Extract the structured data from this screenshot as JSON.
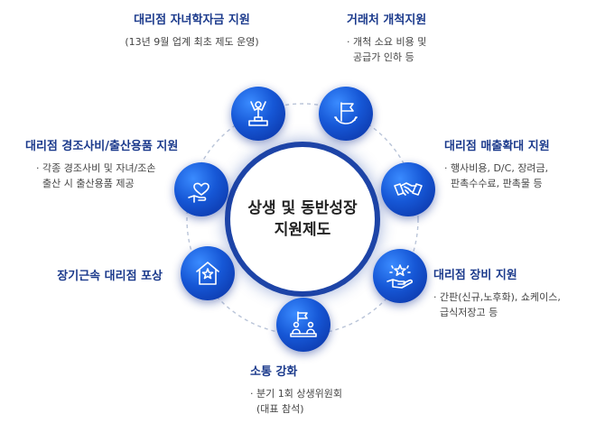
{
  "center": {
    "line1": "상생 및 동반성장",
    "line2": "지원제도"
  },
  "items": [
    {
      "title": "대리점 자녀학자금 지원",
      "desc": [
        "(13년 9월 업계 최초 제도 운영)"
      ],
      "icon": "award-winner-icon"
    },
    {
      "title": "거래처 개척지원",
      "desc": [
        "· 개척 소요 비용 및",
        "  공급가 인하 등"
      ],
      "icon": "flag-laurel-icon"
    },
    {
      "title": "대리점 매출확대 지원",
      "desc": [
        "· 행사비용, D/C, 장려금,",
        "  판촉수수료, 판촉물 등"
      ],
      "icon": "handshake-icon"
    },
    {
      "title": "대리점 장비 지원",
      "desc": [
        "· 간판(신규,노후화), 쇼케이스,",
        "  급식저장고 등"
      ],
      "icon": "hand-stars-icon"
    },
    {
      "title": "소통 강화",
      "desc": [
        "· 분기 1회 상생위원회",
        "  (대표 참석)"
      ],
      "icon": "meeting-flag-icon"
    },
    {
      "title": "장기근속 대리점 포상",
      "desc": [],
      "icon": "house-star-icon"
    },
    {
      "title": "대리점 경조사비/출산용품 지원",
      "desc": [
        "· 각종 경조사비 및 자녀/조손",
        "  출산 시 출산용품 제공"
      ],
      "icon": "hand-heart-icon"
    }
  ]
}
